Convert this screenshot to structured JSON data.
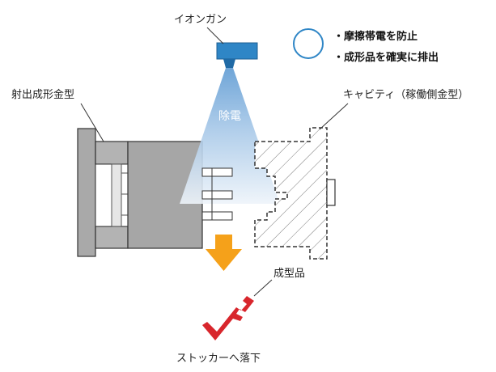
{
  "labels": {
    "ion_gun": "イオンガン",
    "static_removal": "除電",
    "injection_mold": "射出成形金型",
    "cavity": "キャビティ（稼働側金型）",
    "molded_part": "成型品",
    "drop_to_stocker": "ストッカーへ落下"
  },
  "legend": {
    "items": [
      "・摩擦帯電を防止",
      "・成形品を確実に排出"
    ]
  },
  "colors": {
    "ion_gun": "#2f86c6",
    "legend_circle": "#2f86c6",
    "beam_top": "#7fb1de",
    "beam_bottom": "#e8f0f9",
    "mold_dark": "#a6a6a6",
    "mold_light": "#c8c8c8",
    "arrow": "#f5a11a",
    "part": "#d8262c"
  },
  "icons": {
    "ion_gun": "ion-gun-icon",
    "down_arrow": "down-arrow-icon",
    "molded_part": "molded-part-icon"
  }
}
